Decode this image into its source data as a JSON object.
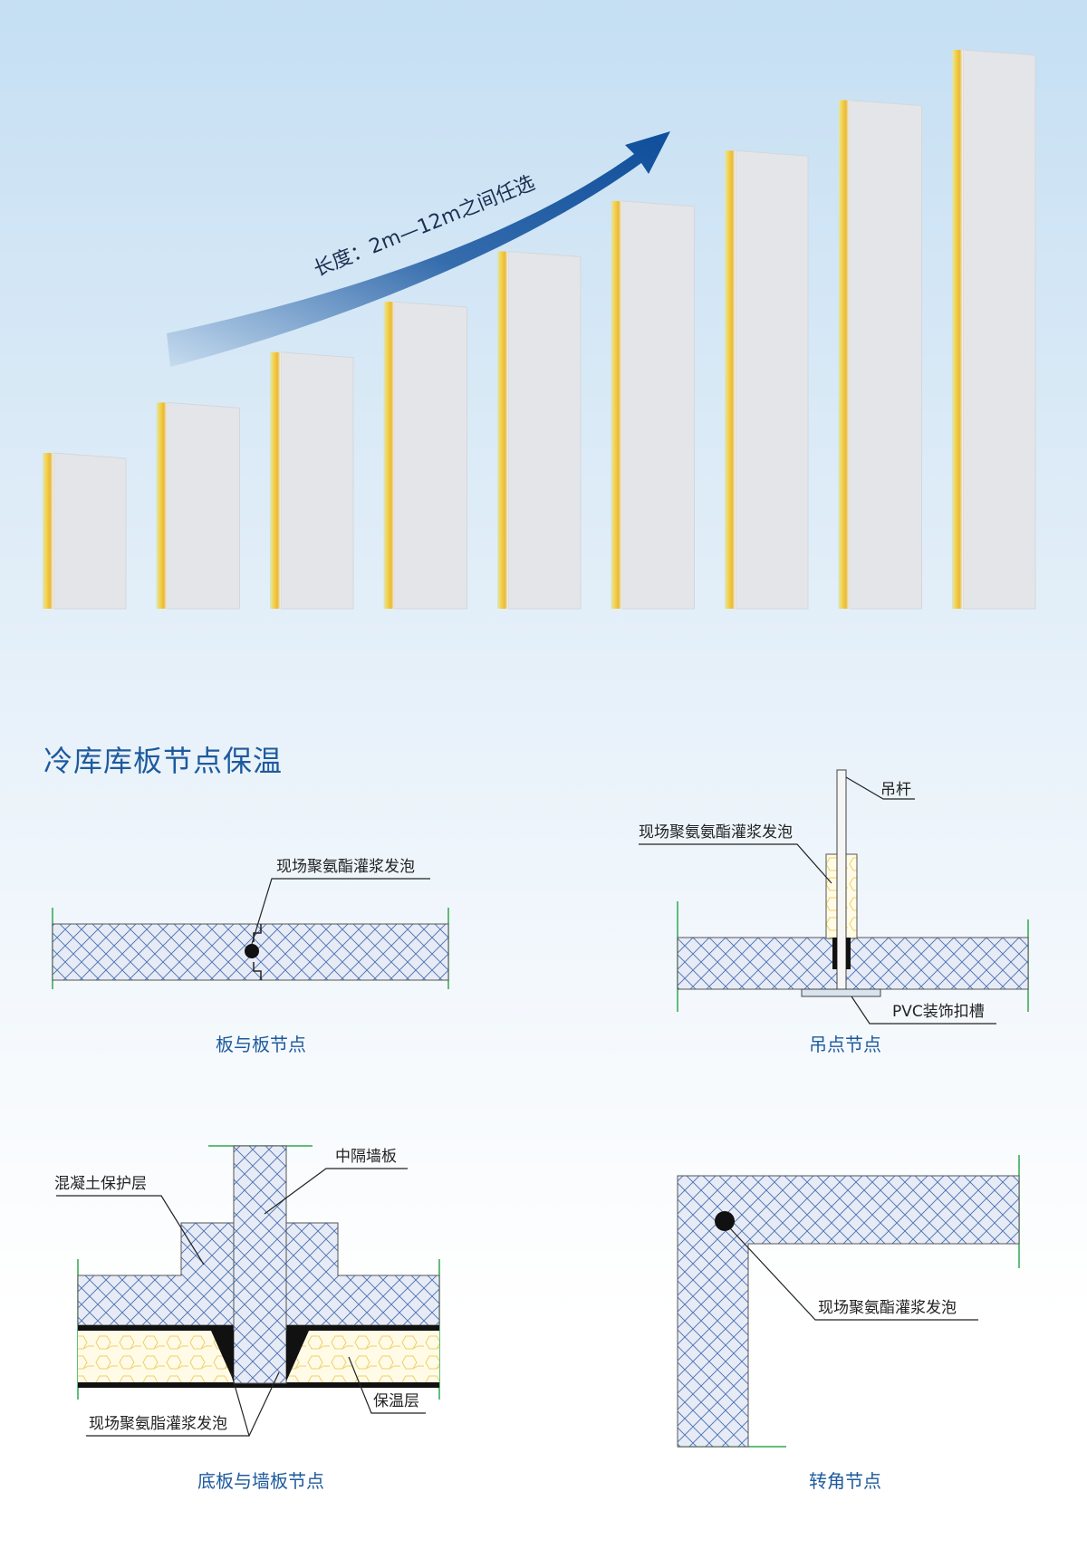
{
  "hero": {
    "length_label": "长度：2m—12m之间任选",
    "panel_count": 9,
    "colors": {
      "arrow": "#0e4e9b",
      "panel_face": "#e3e5e8",
      "panel_edge": "#f2c94c"
    }
  },
  "section": {
    "title": "冷库库板节点保温"
  },
  "diagrams": {
    "panel_joint": {
      "caption": "板与板节点",
      "callout_foam": "现场聚氨酯灌浆发泡"
    },
    "hanging_point": {
      "caption": "吊点节点",
      "callout_rod": "吊杆",
      "callout_foam": "现场聚氨氨酯灌浆发泡",
      "callout_pvc": "PVC装饰扣槽"
    },
    "floor_wall": {
      "caption": "底板与墙板节点",
      "callout_concrete": "混凝土保护层",
      "callout_partition": "中隔墙板",
      "callout_insulation": "保温层",
      "callout_foam": "现场聚氨脂灌浆发泡"
    },
    "corner": {
      "caption": "转角节点",
      "callout_foam": "现场聚氨酯灌浆发泡"
    }
  },
  "colors": {
    "accent": "#1d5a9e",
    "hatch": "#4a6fb5",
    "guide_line": "#2fa84f"
  }
}
